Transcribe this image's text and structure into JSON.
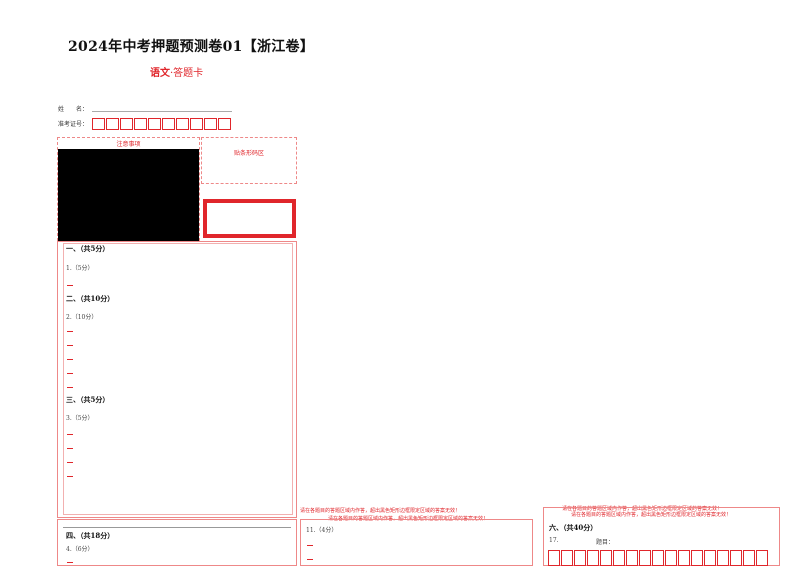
{
  "header": {
    "title": "2024年中考押题预测卷01【浙江卷】",
    "subject": "语文",
    "subtitle_suffix": "·答题卡"
  },
  "student": {
    "name_label": "姓　　名：",
    "id_label": "准考证号：",
    "id_box_count": 10
  },
  "notice": {
    "title": "注意事项"
  },
  "barcode": {
    "label": "贴条形码区"
  },
  "sections": [
    {
      "title": "一、（共5分）",
      "question": "1.（5分）"
    },
    {
      "title": "二、（共10分）",
      "question": "2.（10分）"
    },
    {
      "title": "三、（共5分）",
      "question": "3.（5分）"
    },
    {
      "title": "四、（共18分）",
      "question": "4.（6分）"
    }
  ],
  "column2": {
    "warning_1": "请在各题目的答题区域内作答，超出黑色矩形边框限定区域的答案无效！",
    "warning_2": "请在各题目的答题区域内作答，超出黑色矩形边框限定区域的答案无效！",
    "question": "11.（4分）"
  },
  "column3": {
    "warning_1": "请在各题目的答题区域内作答，超出黑色矩形边框限定区域的答案无效！",
    "warning_2": "请在各题目的答题区域内作答，超出黑色矩形边框限定区域的答案无效！",
    "section_title": "六、（共40分）",
    "question": "17.",
    "topic_label": "题目："
  },
  "colors": {
    "accent_red": "#e0262b",
    "frame_pink": "#ee8888"
  }
}
